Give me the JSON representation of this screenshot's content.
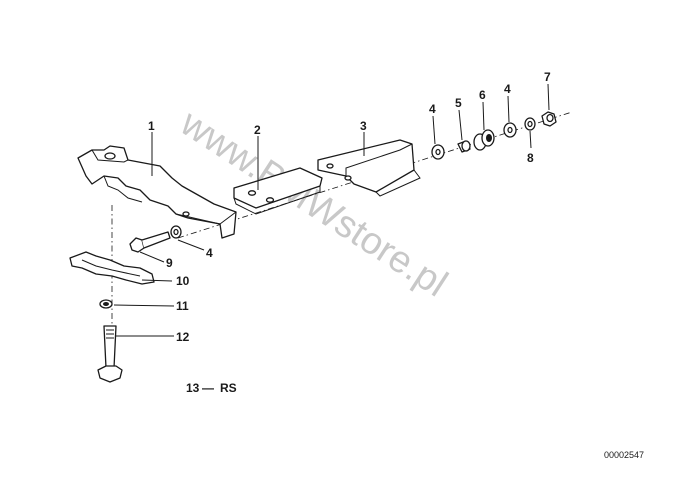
{
  "watermark": "www.BMWstore.pl",
  "diagram_code": "00002547",
  "footnote": {
    "number": "13",
    "dash": "—",
    "text": "RS"
  },
  "labels": {
    "p1": "1",
    "p2": "2",
    "p3": "3",
    "p4a": "4",
    "p5": "5",
    "p6": "6",
    "p4b": "4",
    "p7": "7",
    "p8": "8",
    "p9": "9",
    "p4c": "4",
    "p10": "10",
    "p11": "11",
    "p12": "12"
  }
}
